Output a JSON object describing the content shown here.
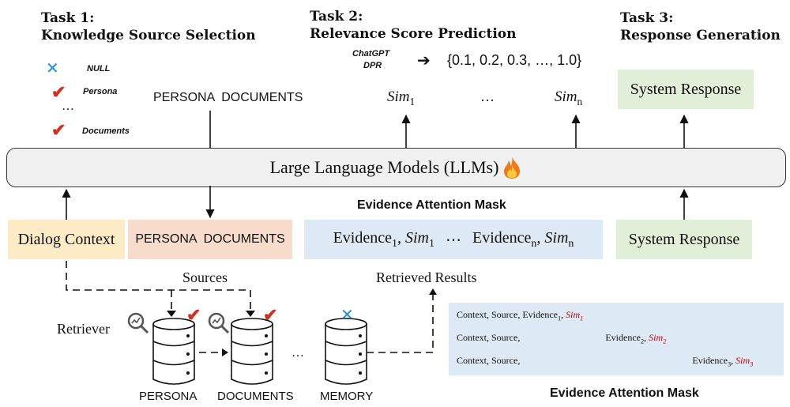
{
  "tasks": {
    "task1": {
      "number": "Task 1:",
      "title": "Knowledge Source Selection"
    },
    "task2": {
      "number": "Task 2:",
      "title": "Relevance Score Prediction"
    },
    "task3": {
      "number": "Task 3:",
      "title": "Response Generation"
    }
  },
  "task1_options": {
    "null": "NULL",
    "persona": "Persona",
    "ellipsis": "…",
    "documents": "Documents",
    "output": "PERSONA  DOCUMENTS"
  },
  "task2": {
    "model1": "ChatGPT",
    "model2": "DPR",
    "arrow": "➔",
    "scores": "{0.1, 0.2, 0.3, …, 1.0}",
    "sim_text": "Sim",
    "sim1_sub": "1",
    "simn_sub": "n",
    "dots": "…"
  },
  "task3": {
    "output": "System Response"
  },
  "llm": {
    "label": "Large Language Models (LLMs)",
    "icon": "fire-icon"
  },
  "inputs": {
    "mask_label": "Evidence Attention Mask",
    "dialog": "Dialog Context",
    "sources": "PERSONA  DOCUMENTS",
    "evidence_word": "Evidence",
    "sim_word": "Sim",
    "sub1": "1",
    "subn": "n",
    "dots": "⋯",
    "system": "System Response"
  },
  "retrieval": {
    "sources_label": "Sources",
    "results_label": "Retrieved Results",
    "retriever": "Retriever",
    "db1": "PERSONA",
    "db2": "DOCUMENTS",
    "dots": "…",
    "db3": "MEMORY"
  },
  "mask": {
    "prefix": "Context, Source,",
    "evidence": "Evidence",
    "sim": "Sim",
    "rows": [
      {
        "sub": "1"
      },
      {
        "sub": "2"
      },
      {
        "sub": "3"
      }
    ],
    "caption": "Evidence Attention Mask"
  },
  "colors": {
    "dialog_bg": "#fcebc5",
    "sources_bg": "#f8dccb",
    "evidence_bg": "#dde9f5",
    "system_bg": "#e1efd8",
    "llm_bg": "#f0f0f0",
    "check": "#d03020",
    "cross": "#1f8fd6",
    "sim_red": "#c00000"
  }
}
